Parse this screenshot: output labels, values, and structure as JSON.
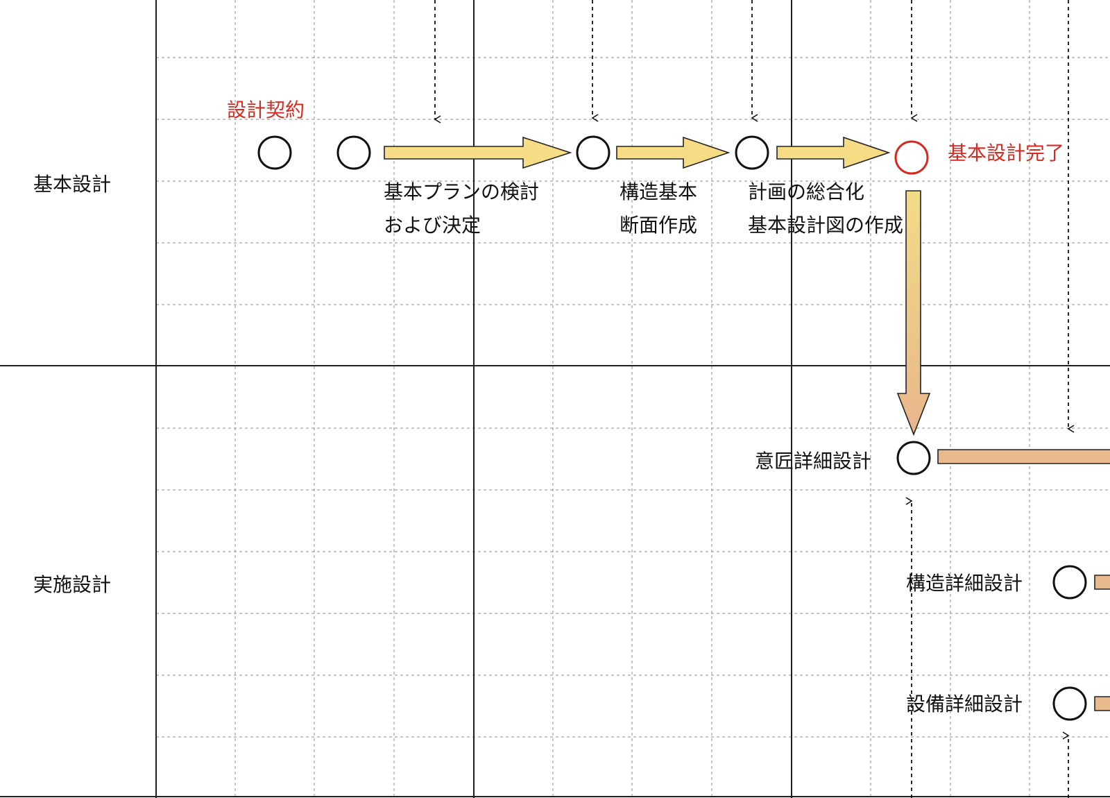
{
  "phases": {
    "basic": "基本設計",
    "detailed": "実施設計"
  },
  "milestones": {
    "contract": "設計契約",
    "basic_complete": "基本設計完了"
  },
  "steps": {
    "plan_line1": "基本プランの検討",
    "plan_line2": "および決定",
    "structure_line1": "構造基本",
    "structure_line2": "断面作成",
    "integrate_line1": "計画の総合化",
    "integrate_line2": "基本設計図の作成"
  },
  "detail_tasks": {
    "design": "意匠詳細設計",
    "structure": "構造詳細設計",
    "equipment": "設備詳細設計"
  },
  "colors": {
    "milestone_red": "#d42a1f",
    "arrow_yellow": "#f5dc85",
    "arrow_orange": "#e8b98c",
    "grid_solid": "#222222",
    "grid_dashed": "#9a9a9a"
  }
}
